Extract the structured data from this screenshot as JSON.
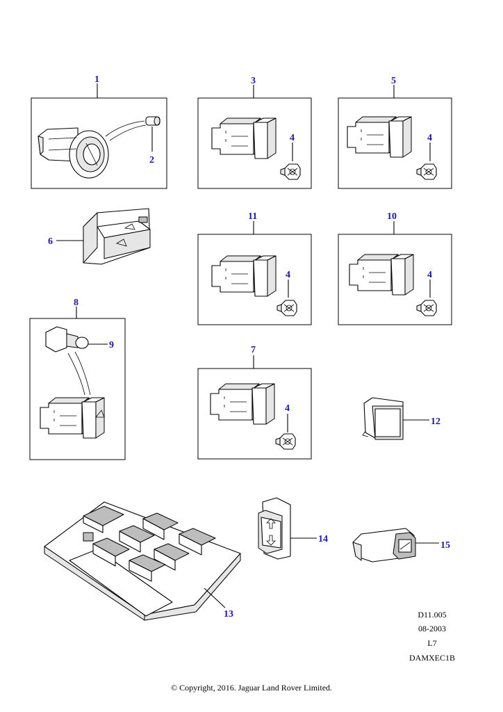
{
  "diagram": {
    "callouts": {
      "c1": "1",
      "c2": "2",
      "c3": "3",
      "c4a": "4",
      "c5": "5",
      "c4b": "4",
      "c6": "6",
      "c11": "11",
      "c4c": "4",
      "c10": "10",
      "c4d": "4",
      "c8": "8",
      "c9": "9",
      "c7": "7",
      "c4e": "4",
      "c12": "12",
      "c13": "13",
      "c14": "14",
      "c15": "15"
    },
    "callout_color": "#1a1aa8"
  },
  "meta": {
    "line1": "D11.005",
    "line2": "08-2003",
    "line3": "L7",
    "line4": "DAMXEC1B"
  },
  "footer": {
    "copyright": "© Copyright, 2016. Jaguar Land Rover Limited."
  }
}
